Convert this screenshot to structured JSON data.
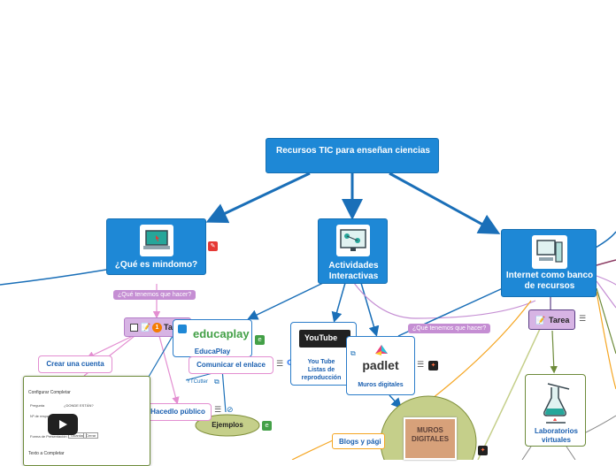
{
  "root": {
    "label": "Recursos TIC para enseñan ciencias"
  },
  "branches": {
    "mindomo": {
      "label": "¿Qué es mindomo?"
    },
    "actividades": {
      "label": "Actividades Interactivas"
    },
    "internet": {
      "label": "Internet como banco de recursos"
    }
  },
  "subtopics": {
    "tarea_left": {
      "label": "Tarea",
      "badge": "1"
    },
    "que_hacer_left": {
      "label": "¿Qué tenemos que hacer?"
    },
    "que_hacer_right": {
      "label": "¿Qué tenemos que hacer?"
    },
    "crear_cuenta": {
      "label": "Crear una cuenta"
    },
    "hacedlo_publico": {
      "label": "Hacedlo público"
    },
    "educaplay": {
      "label": "EducaPlay",
      "logo": "educaplay"
    },
    "comunicar": {
      "label": "Comunicar el enlace"
    },
    "ytcutter": {
      "label": "YTCutter"
    },
    "ejemplos": {
      "label": "Ejemplos"
    },
    "youtube": {
      "label": "You Tube Listas de reproducción",
      "logo": "YouTube"
    },
    "padlet": {
      "label": "Muros digitales",
      "logo": "padlet"
    },
    "murales": {
      "logo": "MUROS DIGITALES"
    },
    "blogs": {
      "label": "Blogs y pági"
    },
    "tarea_right": {
      "label": "Tarea"
    },
    "laboratorios": {
      "label": "Laboratorios virtuales"
    }
  },
  "embedded_doc": {
    "title": "Configurar Completar",
    "footer": "Texto a Completar",
    "rows": [
      {
        "key": "Pregunta",
        "value": "¿DONDE ESTÁN?"
      },
      {
        "key": "Nº de respuestas",
        "value": ""
      },
      {
        "key": "Forma de Presentación",
        "value": ""
      }
    ],
    "buttons": [
      "Guardar",
      "Cerrar"
    ]
  },
  "colors": {
    "blue": "#1e88d6",
    "pink": "#e38ed1",
    "purple": "#c58ed3",
    "green": "#7cb342",
    "orange": "#f5a623",
    "olive": "#c5cf8a"
  },
  "icons": [
    "laptop-icon",
    "network-icon",
    "computer-icon",
    "flask-icon",
    "note-icon",
    "list-icon",
    "checkbox-icon",
    "link-icon",
    "google-icon",
    "play-icon"
  ]
}
